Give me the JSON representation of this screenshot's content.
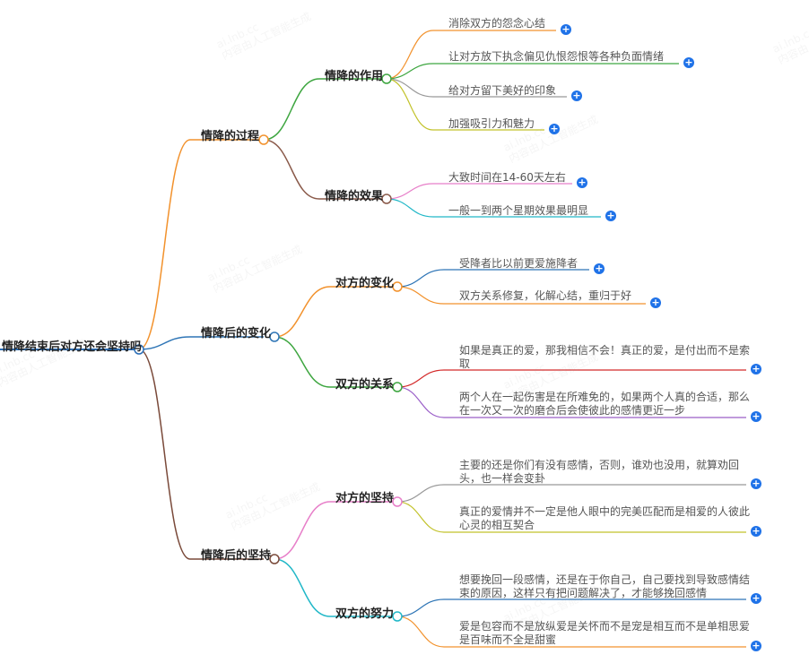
{
  "root": {
    "label": "情降结束后对方还会坚持吗"
  },
  "branches": [
    {
      "label": "情降的过程",
      "children": [
        {
          "label": "情降的作用",
          "leaves": [
            "消除双方的怨念心结",
            "让对方放下执念偏见仇恨怨恨等各种负面情绪",
            "给对方留下美好的印象",
            "加强吸引力和魅力"
          ]
        },
        {
          "label": "情降的效果",
          "leaves": [
            "大致时间在14-60天左右",
            "一般一到两个星期效果最明显"
          ]
        }
      ]
    },
    {
      "label": "情降后的变化",
      "children": [
        {
          "label": "对方的变化",
          "leaves": [
            "受降者比以前更爱施降者",
            "双方关系修复，化解心结，重归于好"
          ]
        },
        {
          "label": "双方的关系",
          "leaves": [
            "如果是真正的爱，那我相信不会！真正的爱，是付出而不是索取",
            "两个人在一起伤害是在所难免的，如果两个人真的合适，那么在一次又一次的磨合后会使彼此的感情更近一步"
          ]
        }
      ]
    },
    {
      "label": "情降后的坚持",
      "children": [
        {
          "label": "对方的坚持",
          "leaves": [
            "主要的还是你们有没有感情，否则，谁劝也没用，就算劝回头，也一样会变卦",
            "真正的爱情并不一定是他人眼中的完美匹配而是相爱的人彼此心灵的相互契合"
          ]
        },
        {
          "label": "双方的努力",
          "leaves": [
            "想要挽回一段感情，还是在于你自己，自己要找到导致感情结束的原因，这样只有把问题解决了，才能够挽回感情",
            "爱是包容而不是放纵爱是关怀而不是宠是相互而不是单相思爱是百味而不全是甜蜜"
          ]
        }
      ]
    }
  ],
  "expand_icon": "plus-circle-icon",
  "colors": {
    "node_plus": "#1f72e8"
  },
  "watermark": {
    "line1": "ai.lnb.cc",
    "line2": "内容由人工智能生成"
  }
}
